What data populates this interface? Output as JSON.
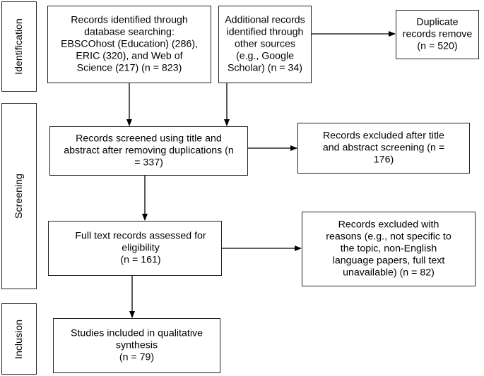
{
  "stages": {
    "identification": "Identification",
    "screening": "Screening",
    "inclusion": "Inclusion"
  },
  "boxes": {
    "db_search": "Records identified through\ndatabase searching:\nEBSCOhost (Education) (286),\nERIC (320), and Web of\nScience (217) (n = 823)",
    "other_sources": "Additional records\nidentified through\nother sources\n(e.g., Google\nScholar) (n = 34)",
    "duplicates": "Duplicate\nrecords remove\n(n = 520)",
    "screened": "Records screened using title and\nabstract after removing duplications (n\n= 337)",
    "excluded_screening": "Records excluded after title\nand abstract screening (n =\n176)",
    "full_text": "Full text records assessed for\neligibility\n(n = 161)",
    "excluded_reasons": "Records excluded with\nreasons (e.g., not specific to\nthe topic, non-English\nlanguage papers, full text\nunavailable) (n = 82)",
    "included": "Studies included in qualitative\nsynthesis\n(n = 79)"
  }
}
